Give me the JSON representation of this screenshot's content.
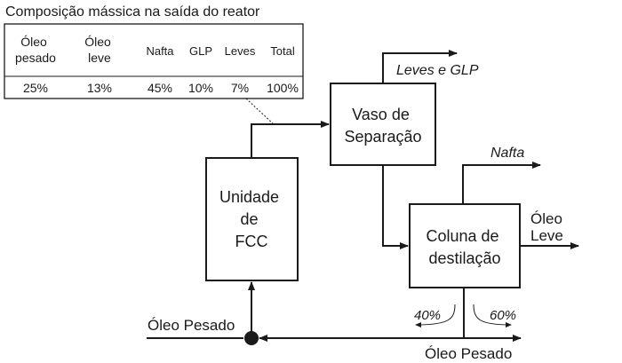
{
  "table": {
    "title": "Composição mássica na saída do reator",
    "headers": [
      [
        "Óleo",
        "pesado"
      ],
      [
        "Óleo",
        "leve"
      ],
      [
        "Nafta"
      ],
      [
        "GLP"
      ],
      [
        "Leves"
      ],
      [
        "Total"
      ]
    ],
    "values": [
      "25%",
      "13%",
      "45%",
      "10%",
      "7%",
      "100%"
    ]
  },
  "units": {
    "fcc": [
      "Unidade",
      "de",
      "FCC"
    ],
    "separator": [
      "Vaso de",
      "Separação"
    ],
    "column": [
      "Coluna de",
      "destilação"
    ]
  },
  "streams": {
    "leves_glp": "Leves e GLP",
    "nafta": "Nafta",
    "oleo_leve": [
      "Óleo",
      "Leve"
    ],
    "oleo_pesado_in": "Óleo Pesado",
    "oleo_pesado_out": "Óleo Pesado",
    "recycle_pct": "40%",
    "product_pct": "60%"
  }
}
